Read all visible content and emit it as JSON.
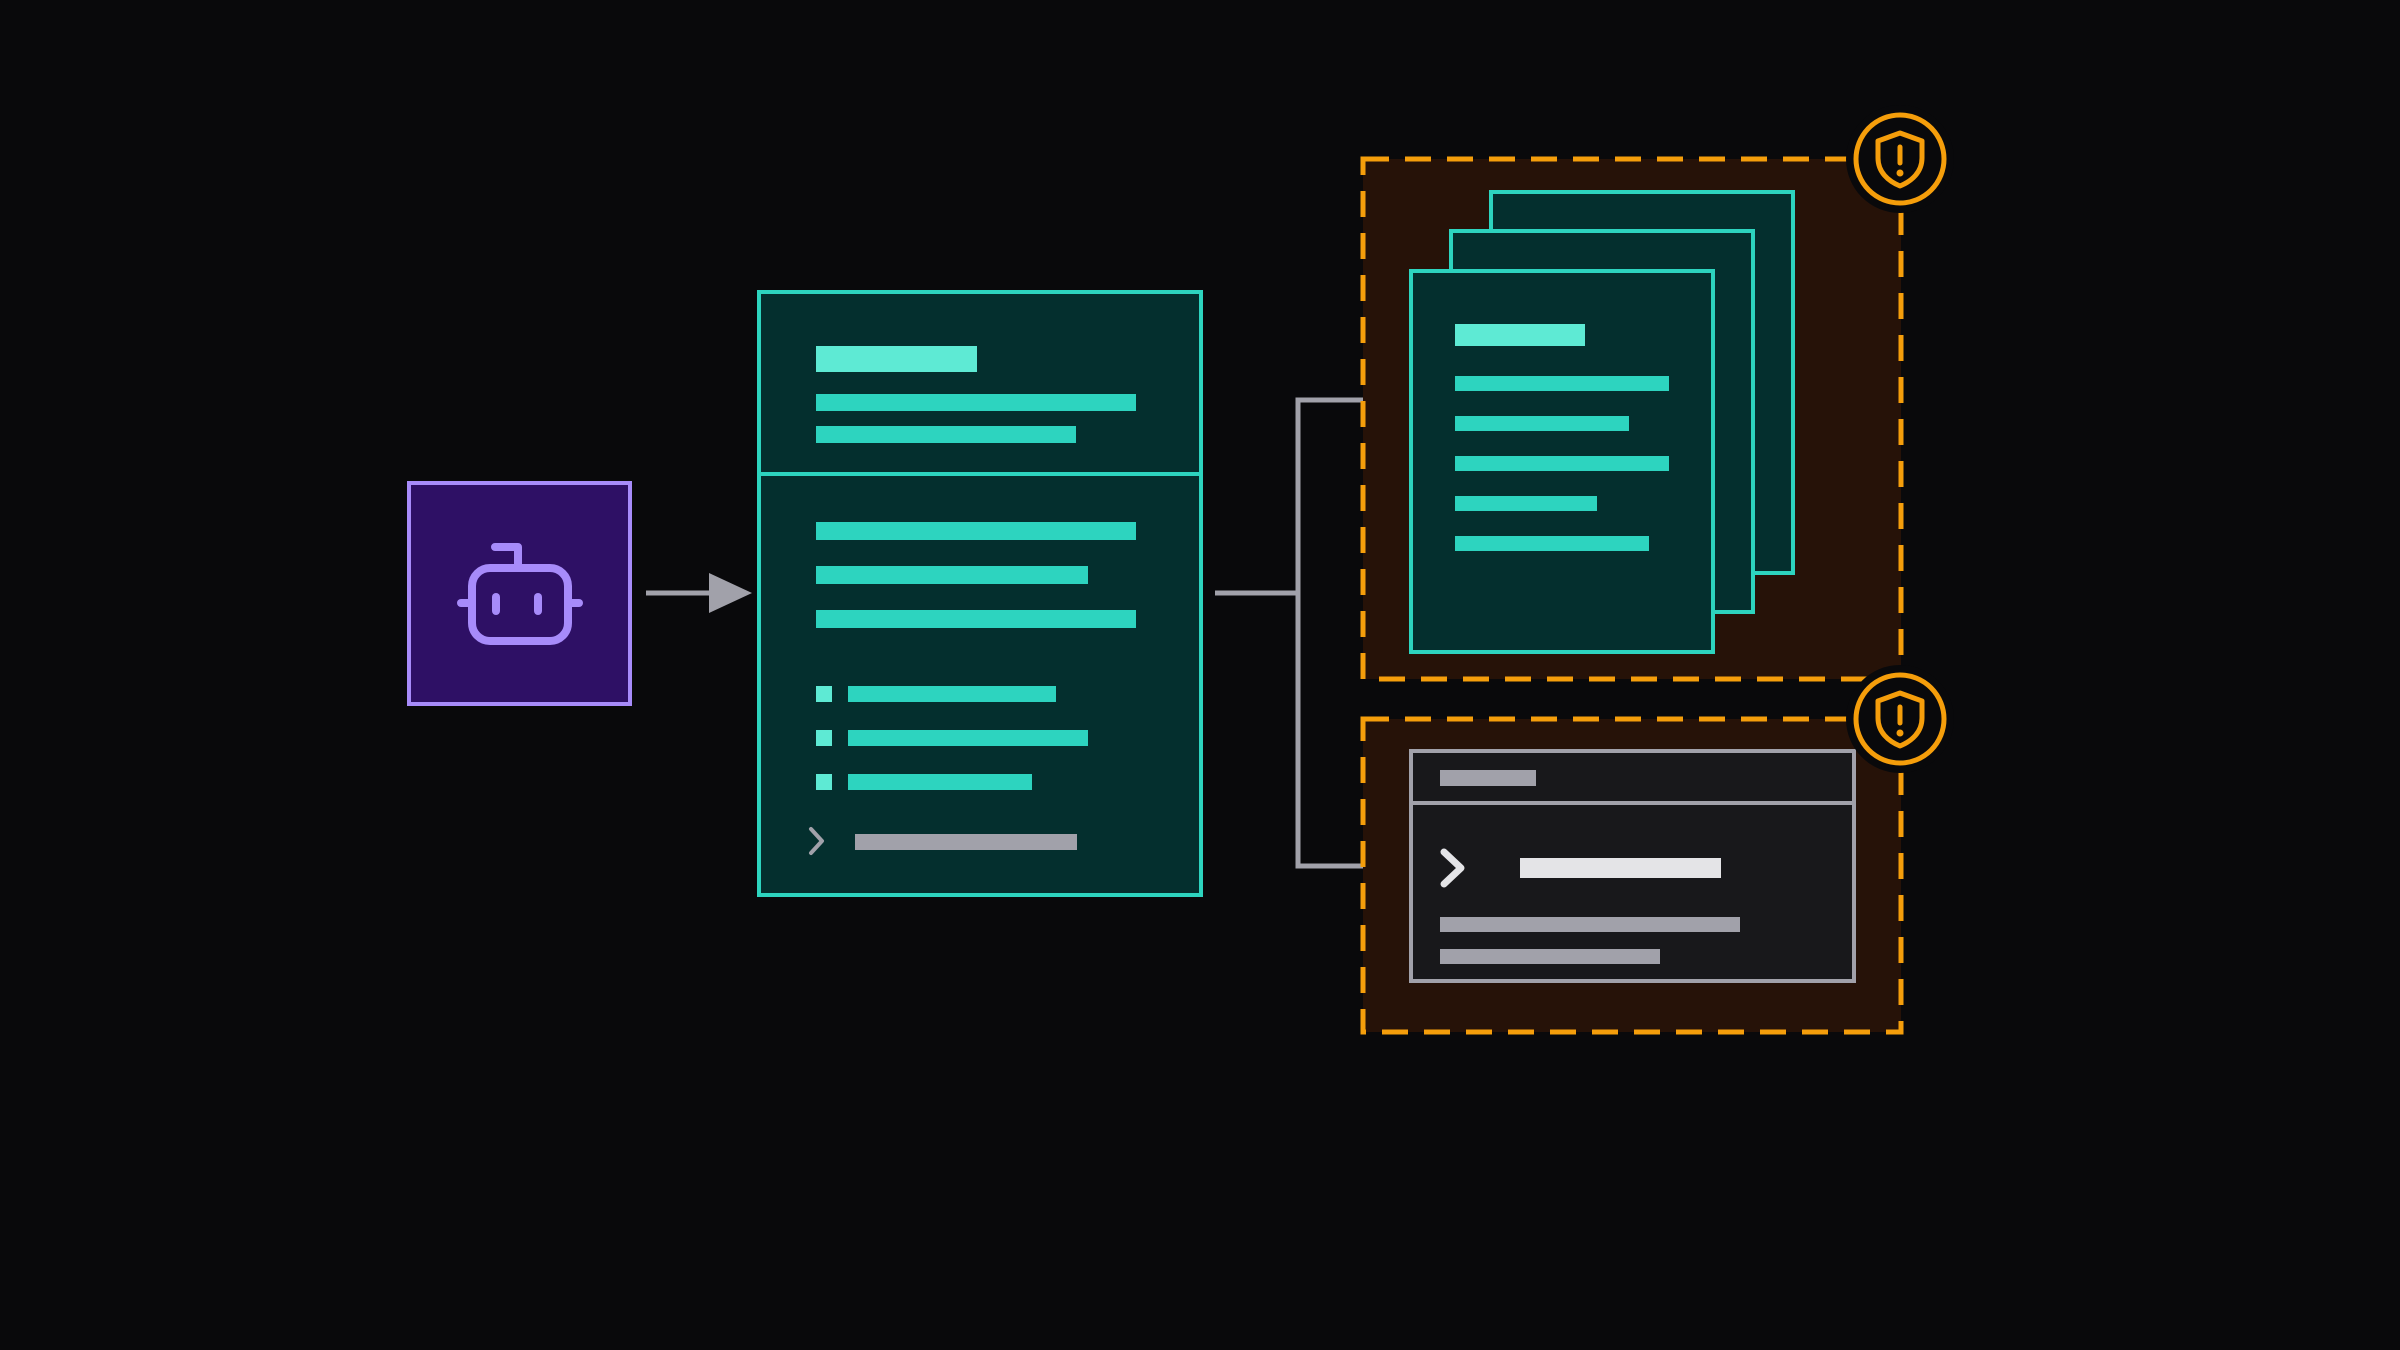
{
  "colors": {
    "background": "#09090b",
    "agent_fill": "#2e1065",
    "agent_stroke": "#a78bfa",
    "doc_fill": "#042f2e",
    "doc_stroke": "#2dd4bf",
    "doc_heading_bar": "#5eead4",
    "doc_text_bar": "#2dd4bf",
    "connector": "#a1a1aa",
    "guard_fill": "#261208",
    "guard_stroke": "#f59e0b",
    "terminal_fill": "#18181b",
    "terminal_stroke": "#a1a1aa",
    "terminal_title_bar": "#a1a1aa",
    "terminal_cmd_bar": "#e4e4e7"
  },
  "nodes": {
    "agent": {
      "icon": "robot-icon"
    },
    "instruction_doc": {
      "sections": [
        "header",
        "body",
        "checklist",
        "prompt-line"
      ],
      "checklist_items": 3
    },
    "guarded_groups": [
      {
        "name": "document-stack",
        "icon": "shield-alert-icon",
        "stacked_pages": 3
      },
      {
        "name": "terminal-window",
        "icon": "shield-alert-icon",
        "prompt_icon": "chevron-right-icon"
      }
    ]
  }
}
